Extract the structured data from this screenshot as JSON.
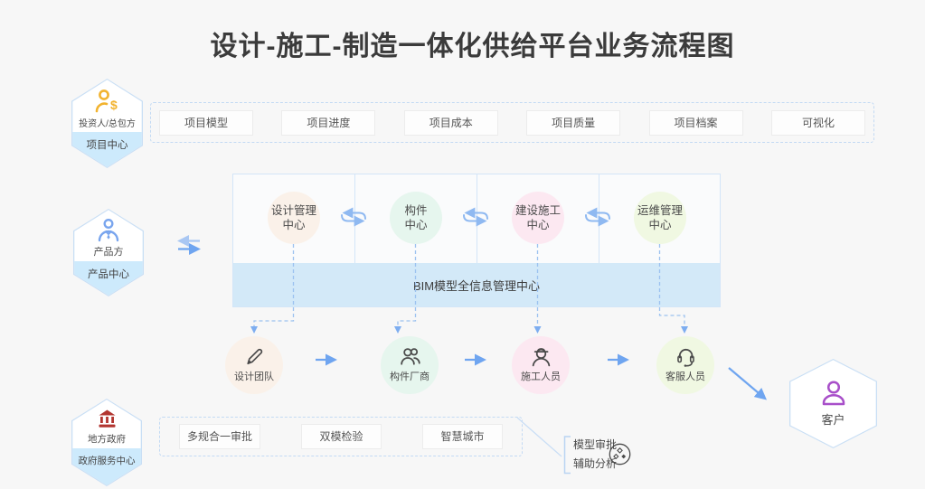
{
  "title": "设计-施工-制造一体化供给平台业务流程图",
  "colors": {
    "accent_blue": "#79a9f0",
    "dashed_border_blue": "#c3daf4",
    "band_blue": "#cdeafc",
    "bim_bar_blue": "#d3e9f8",
    "investor_icon_gold": "#f2b32f",
    "producer_icon_blue": "#79a5ee",
    "government_icon_red": "#b23530",
    "customer_icon_purple": "#a84fc9",
    "circle_cream": "#faf1e9",
    "circle_mint": "#e6f6ee",
    "circle_pink": "#fce8f1",
    "circle_green": "#f0f8e2"
  },
  "actors": {
    "investor": {
      "role": "投资人/总包方",
      "center": "项目中心",
      "badge": "$"
    },
    "producer": {
      "role": "产品方",
      "center": "产品中心"
    },
    "government": {
      "role": "地方政府",
      "center": "政府服务中心"
    },
    "customer": {
      "label": "客户"
    }
  },
  "project_items": [
    "项目模型",
    "项目进度",
    "项目成本",
    "项目质量",
    "项目档案",
    "可视化"
  ],
  "centers": [
    {
      "line1": "设计管理",
      "line2": "中心"
    },
    {
      "line1": "构件",
      "line2": "中心"
    },
    {
      "line1": "建设施工",
      "line2": "中心"
    },
    {
      "line1": "运维管理",
      "line2": "中心"
    }
  ],
  "bim_bar_label": "BIM模型全信息管理中心",
  "teams": [
    {
      "label": "设计团队"
    },
    {
      "label": "构件厂商"
    },
    {
      "label": "施工人员"
    },
    {
      "label": "客服人员"
    }
  ],
  "government_items": [
    "多规合一审批",
    "双模检验",
    "智慧城市"
  ],
  "model_note": {
    "line1": "模型审批",
    "line2": "辅助分析"
  }
}
